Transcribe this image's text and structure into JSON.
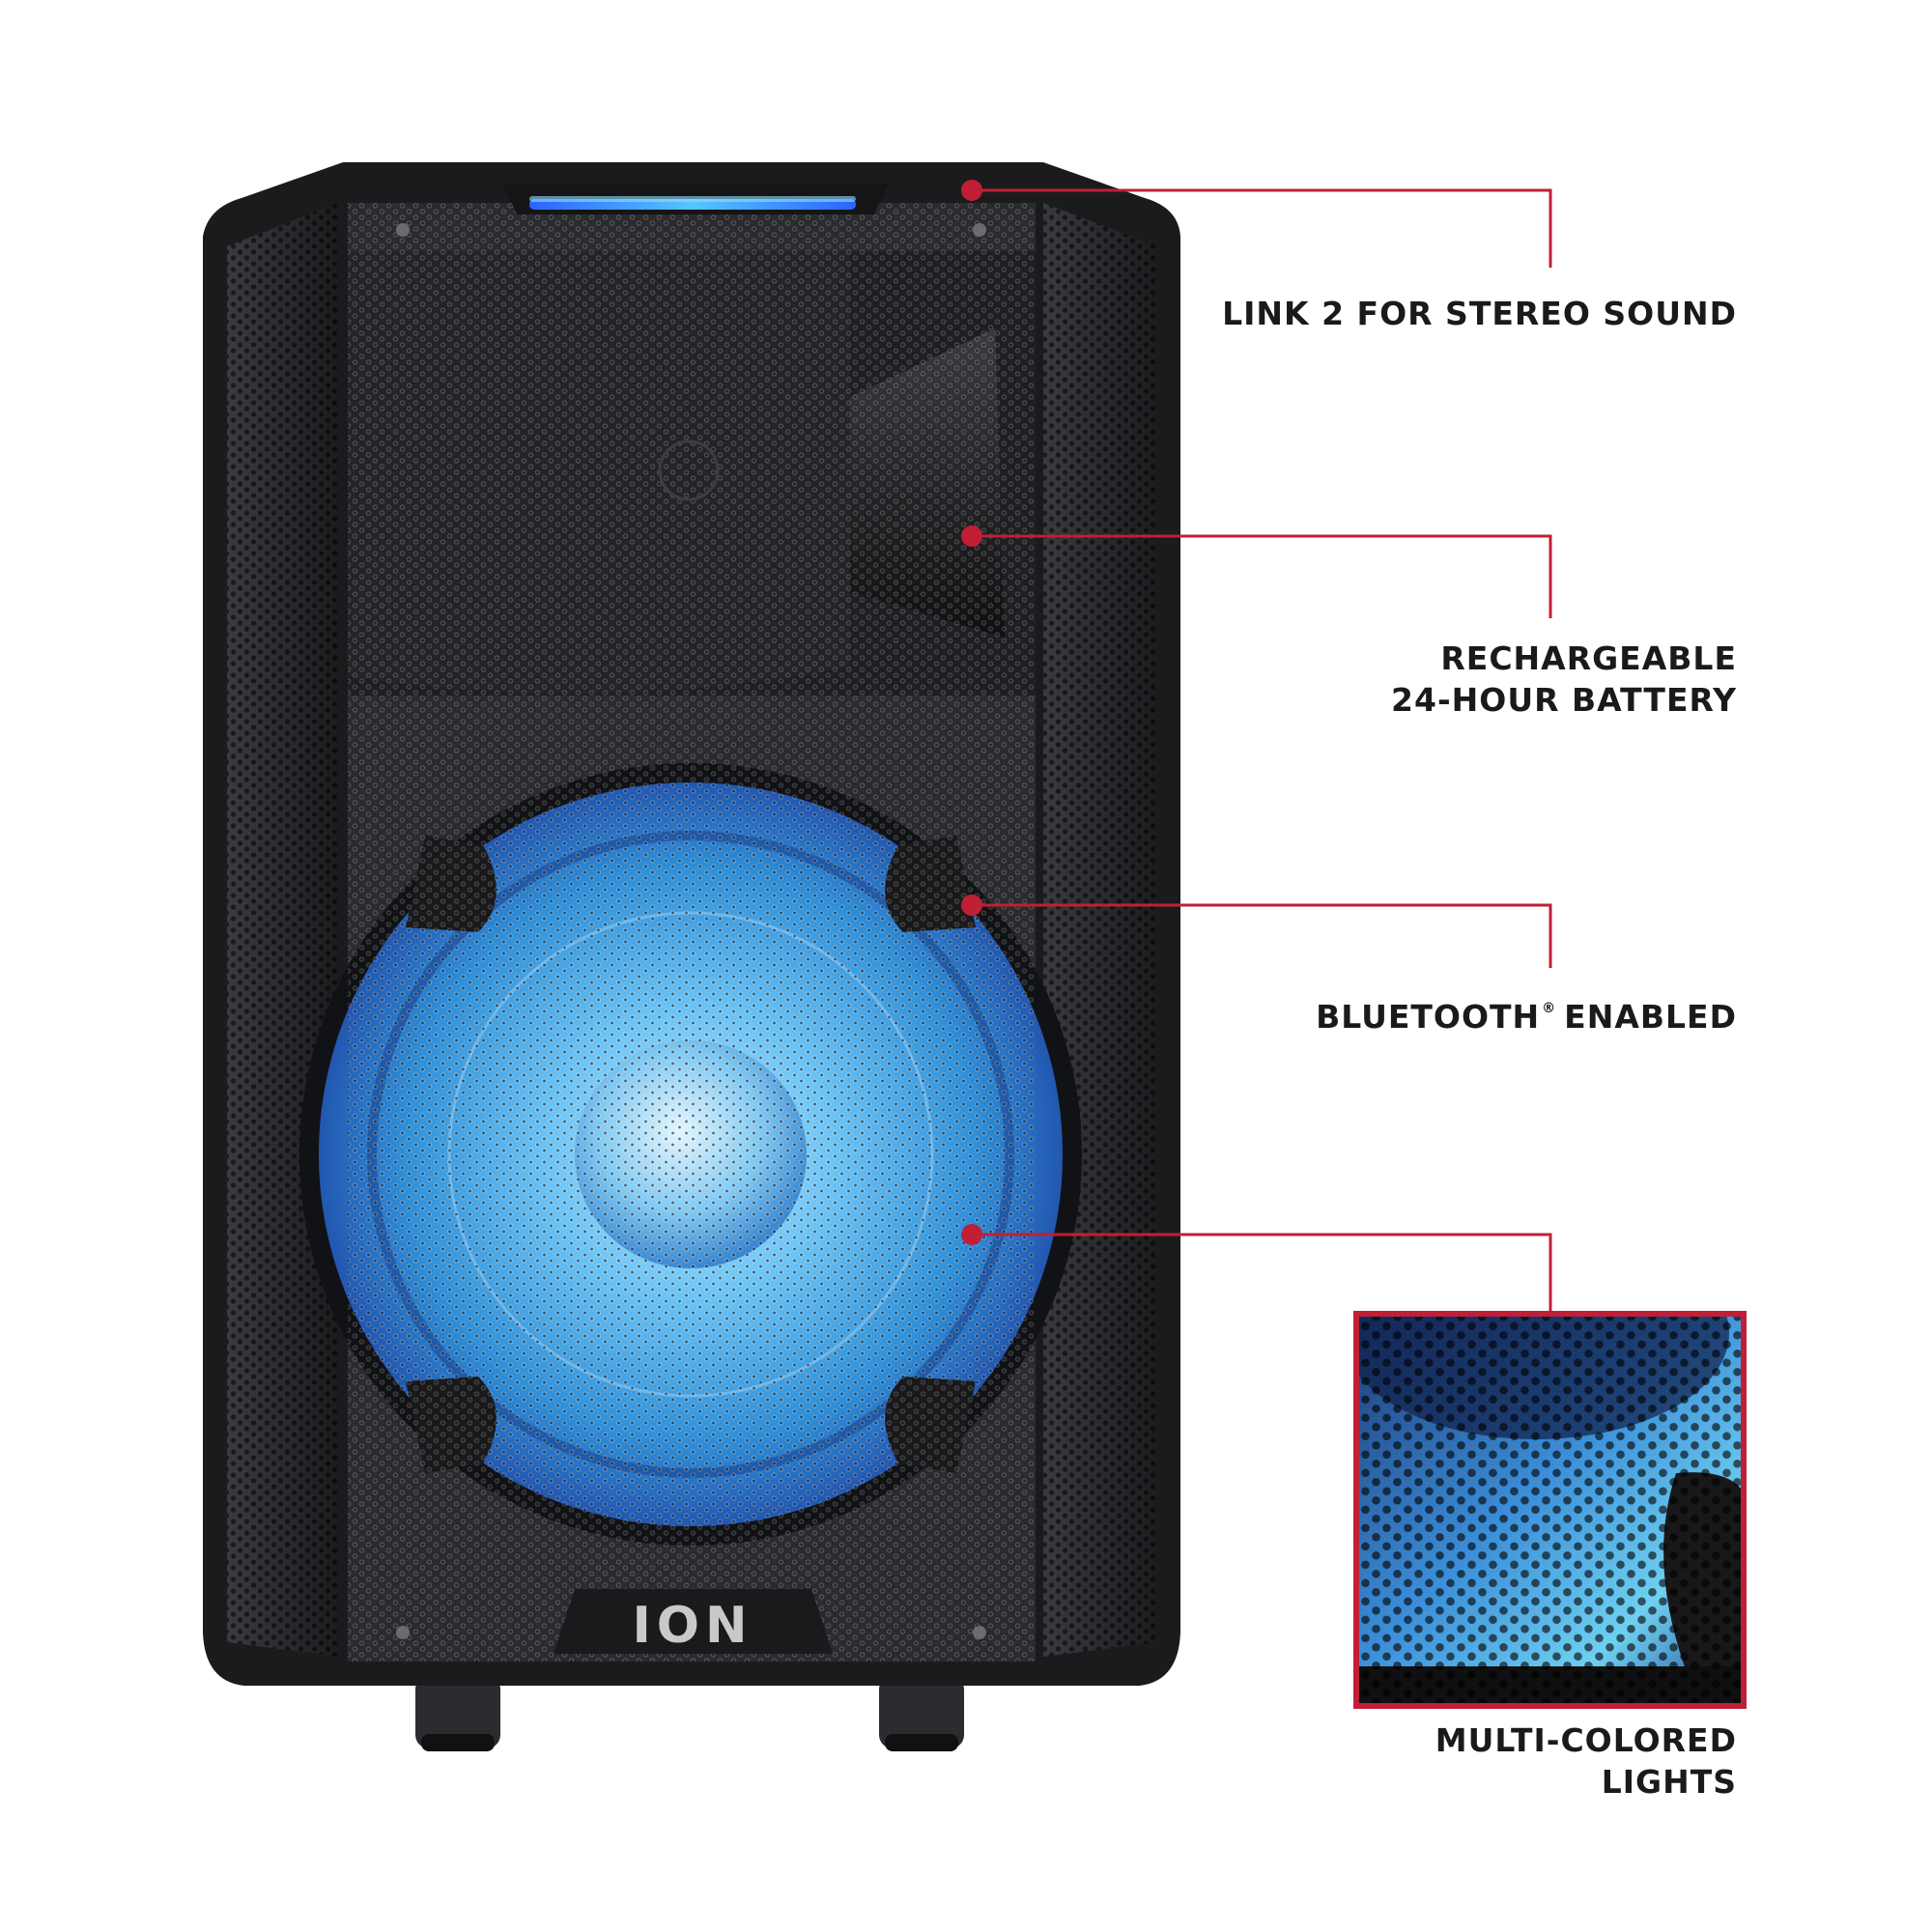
{
  "brand": {
    "logo_text": "ION"
  },
  "colors": {
    "accent": "#c01f36",
    "speaker_body": "#1b1b1d",
    "grille": "#2a2b2e",
    "woofer_glow": "#4fa8e8",
    "top_light": "#3aa6ff",
    "text": "#1a1a1a"
  },
  "callouts": [
    {
      "id": "stereo",
      "lines": [
        "LINK 2 FOR STEREO SOUND"
      ]
    },
    {
      "id": "battery",
      "lines": [
        "RECHARGEABLE",
        "24-HOUR BATTERY"
      ]
    },
    {
      "id": "bluetooth",
      "main": "BLUETOOTH",
      "mark": "®",
      "rest": "ENABLED"
    },
    {
      "id": "lights",
      "lines": [
        "MULTI-COLORED",
        "LIGHTS"
      ]
    }
  ]
}
